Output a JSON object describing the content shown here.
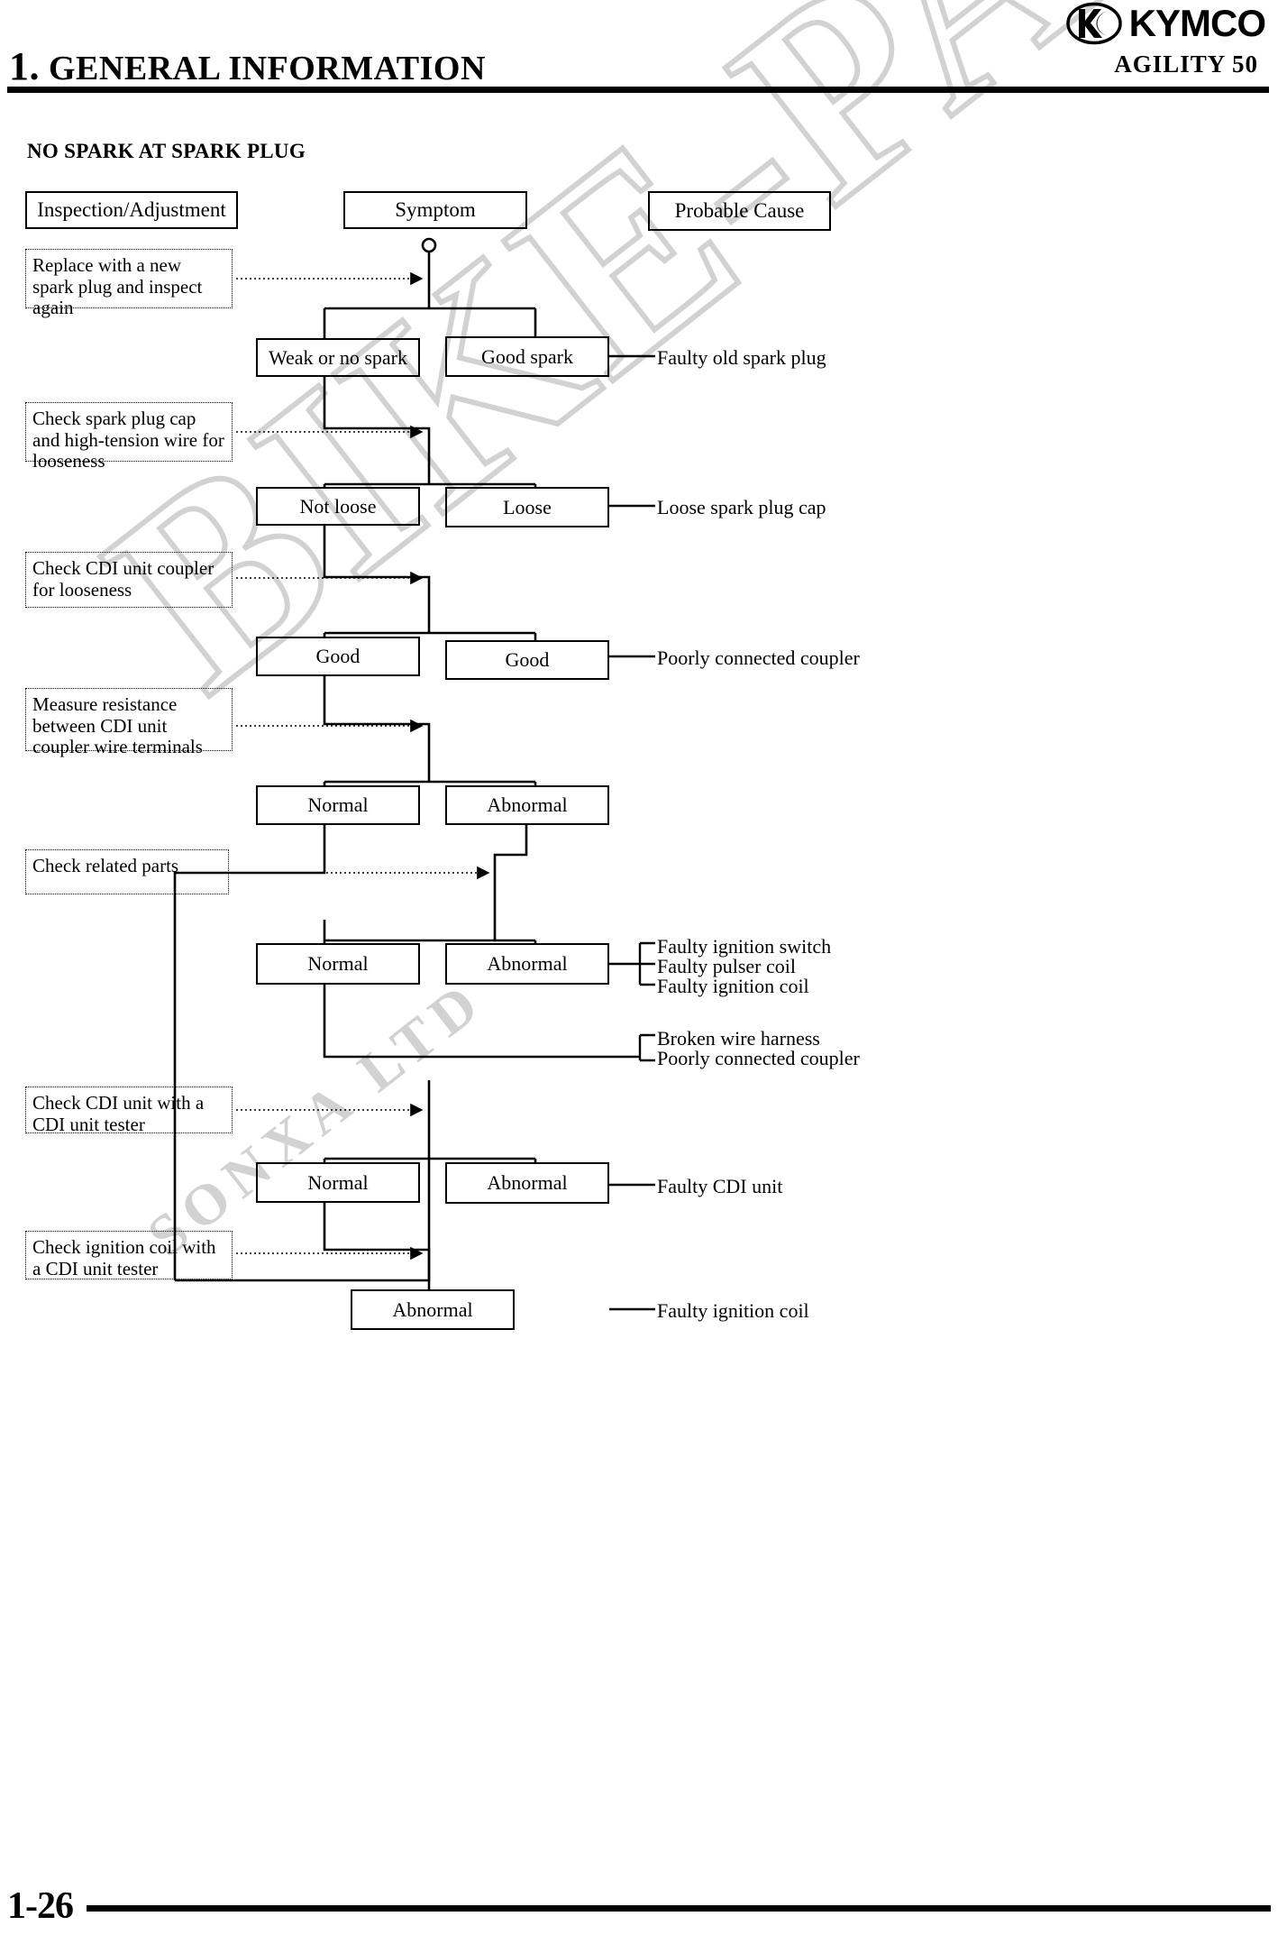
{
  "header": {
    "brand": "KYMCO",
    "chapter_number": "1.",
    "chapter_title": "GENERAL INFORMATION",
    "model": "AGILITY 50"
  },
  "section_title": "NO SPARK AT SPARK PLUG",
  "footer": {
    "page_number": "1-26"
  },
  "watermark": {
    "main": "BIKE-PARTS",
    "sub": "SONXA LTD"
  },
  "columns": {
    "inspection": "Inspection/Adjustment",
    "symptom": "Symptom",
    "cause": "Probable Cause"
  },
  "flow": {
    "steps": [
      {
        "instruction": "Replace with a new spark plug and inspect again",
        "left": "Weak or no spark",
        "right": "Good spark",
        "causes": [
          "Faulty old spark plug"
        ]
      },
      {
        "instruction": "Check spark plug cap and high-tension wire for looseness",
        "left": "Not loose",
        "right": "Loose",
        "causes": [
          "Loose spark plug cap"
        ]
      },
      {
        "instruction": "Check CDI unit coupler for looseness",
        "left": "Good",
        "right": "Good",
        "causes": [
          "Poorly connected coupler"
        ]
      },
      {
        "instruction": "Measure resistance between CDI unit coupler wire terminals",
        "left": "Normal",
        "right": "Abnormal",
        "causes": []
      },
      {
        "instruction": "Check related parts",
        "left": "Normal",
        "right": "Abnormal",
        "causes": [
          "Faulty ignition switch",
          "Faulty pulser coil",
          "Faulty ignition coil"
        ],
        "secondary_causes": [
          "Broken wire harness",
          "Poorly connected coupler"
        ]
      },
      {
        "instruction": "Check CDI unit with a CDI unit tester",
        "left": "Normal",
        "right": "Abnormal",
        "causes": [
          "Faulty CDI unit"
        ]
      },
      {
        "instruction": "Check ignition coil with a CDI unit tester",
        "left": "",
        "right": "Abnormal",
        "causes": [
          "Faulty ignition coil"
        ]
      }
    ]
  }
}
